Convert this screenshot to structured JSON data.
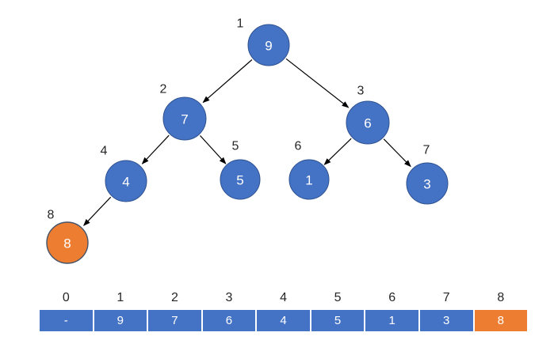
{
  "diagram": {
    "type": "binary-heap-tree-with-array",
    "colors": {
      "node_fill": "#4472C4",
      "node_border": "#2F528F",
      "highlight_fill": "#ED7D31",
      "highlight_border": "#44546A",
      "node_text": "#FFFFFF",
      "label_text": "#262626",
      "arrow": "#000000"
    }
  },
  "tree": {
    "nodes": [
      {
        "label": "1",
        "value": "9",
        "highlight": false
      },
      {
        "label": "2",
        "value": "7",
        "highlight": false
      },
      {
        "label": "3",
        "value": "6",
        "highlight": false
      },
      {
        "label": "4",
        "value": "4",
        "highlight": false
      },
      {
        "label": "5",
        "value": "5",
        "highlight": false
      },
      {
        "label": "6",
        "value": "1",
        "highlight": false
      },
      {
        "label": "7",
        "value": "3",
        "highlight": false
      },
      {
        "label": "8",
        "value": "8",
        "highlight": true
      }
    ],
    "edges": [
      "9->7",
      "9->6",
      "7->4",
      "7->5",
      "6->1",
      "6->3",
      "4->8"
    ]
  },
  "array": {
    "indices": [
      "0",
      "1",
      "2",
      "3",
      "4",
      "5",
      "6",
      "7",
      "8"
    ],
    "values": [
      "-",
      "9",
      "7",
      "6",
      "4",
      "5",
      "1",
      "3",
      "8"
    ],
    "highlighted_index": "8"
  }
}
